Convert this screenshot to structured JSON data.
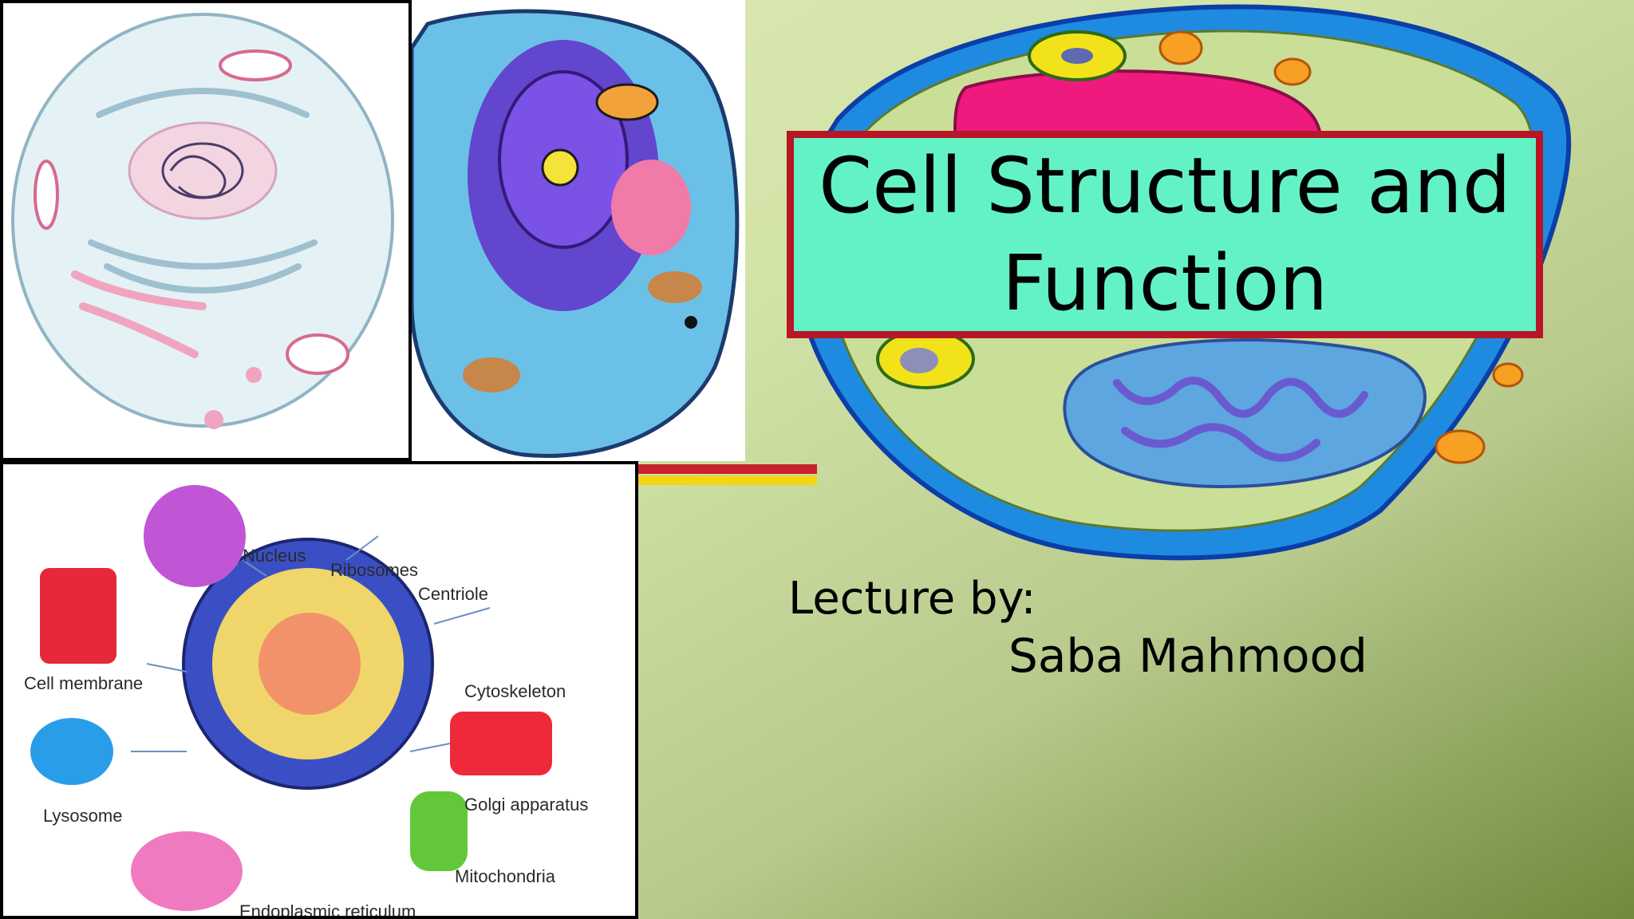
{
  "slide": {
    "title": "Cell Structure and Function",
    "lecture_label": "Lecture by:",
    "lecturer_name": "Saba Mahmood"
  },
  "diagram_labels": {
    "nucleus": "Nucleus",
    "ribosomes": "Ribosomes",
    "centriole": "Centriole",
    "cell_membrane": "Cell membrane",
    "cytoskeleton": "Cytoskeleton",
    "lysosome": "Lysosome",
    "golgi": "Golgi apparatus",
    "mitochondria": "Mitochondria",
    "er": "Endoplasmic reticulum"
  },
  "colors": {
    "title_bg": "#63f2c6",
    "title_border": "#b81626",
    "accent_red": "#c8202c",
    "accent_yellow": "#f2d515"
  }
}
